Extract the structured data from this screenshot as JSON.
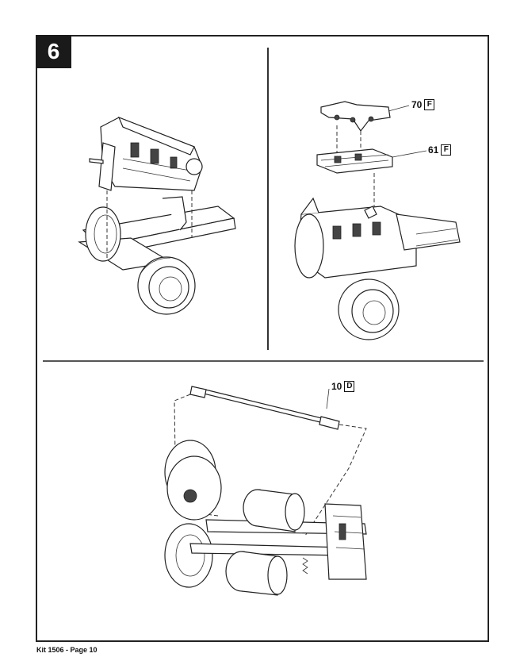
{
  "step": {
    "number": "6"
  },
  "callouts": {
    "part_70": {
      "number": "70",
      "letter": "F"
    },
    "part_61": {
      "number": "61",
      "letter": "F"
    },
    "part_10": {
      "number": "10",
      "letter": "D"
    }
  },
  "footer": {
    "text": "Kit 1506 - Page 10"
  }
}
